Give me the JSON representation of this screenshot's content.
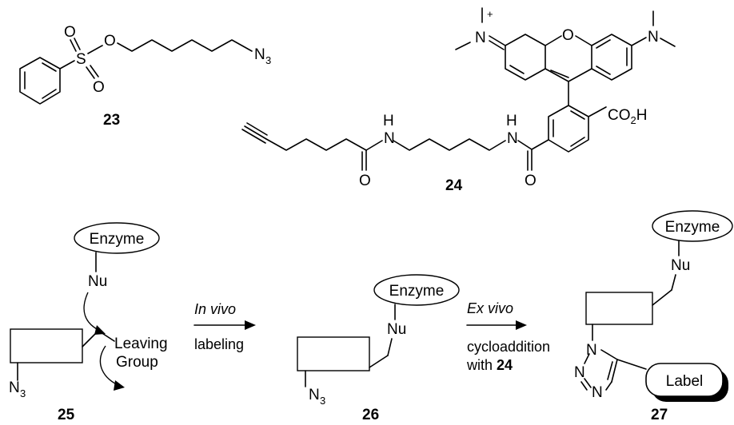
{
  "compounds": {
    "c23": "23",
    "c24": "24",
    "c25": "25",
    "c26": "26",
    "c27": "27"
  },
  "atoms": {
    "oxygen": "O",
    "sulfur": "S",
    "nitrogen": "N",
    "hydrogen": "H",
    "azide_N": "N",
    "azide_sub": "3",
    "plus": "+",
    "co2h_a": "CO",
    "co2h_sub": "2",
    "co2h_b": "H",
    "triazole_n1": "N",
    "triazole_n2": "N",
    "triazole_n3": "N",
    "triazole_n3_dash": "N"
  },
  "scheme": {
    "enzyme": "Enzyme",
    "nucleophile": "Nu",
    "leaving_line1": "Leaving",
    "leaving_line2": "Group",
    "step1_italic": "In vivo",
    "step1_text": "labeling",
    "step2_italic": "Ex vivo",
    "step2_line1": "cycloaddition",
    "step2_line2": "with ",
    "step2_ref": "24",
    "label": "Label"
  }
}
